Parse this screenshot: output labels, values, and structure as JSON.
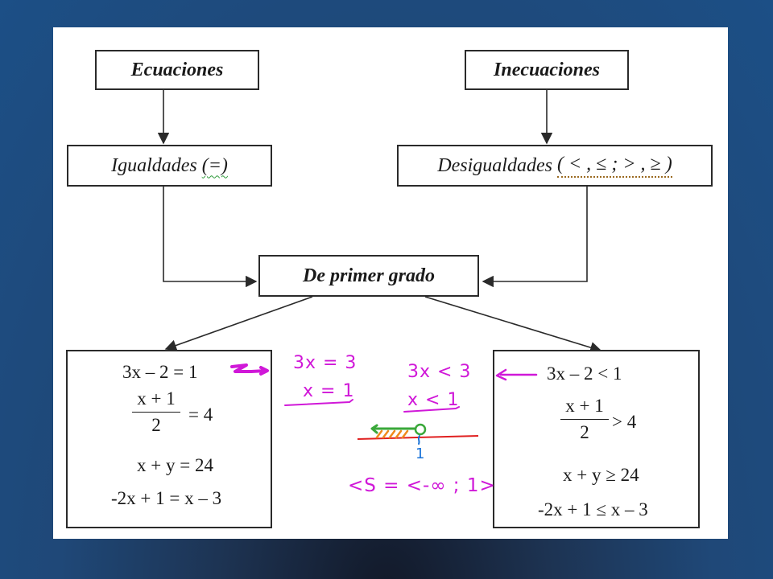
{
  "boxes": {
    "ecuaciones": "Ecuaciones",
    "inecuaciones": "Inecuaciones",
    "igualdades_label": "Igualdades",
    "igualdades_symbol": "(=)",
    "desigualdades_label": "Desigualdades",
    "desigualdades_symbols": "( < , ≤ ; > , ≥ )",
    "primer_grado": "De primer grado"
  },
  "ecuaciones_examples": {
    "eq1": "3x – 2 = 1",
    "eq2_num": "x + 1",
    "eq2_den": "2",
    "eq2_rhs": "= 4",
    "eq3": "x + y = 24",
    "eq4": "-2x + 1 = x – 3"
  },
  "inecuaciones_examples": {
    "ineq1": "3x – 2 < 1",
    "ineq2_num": "x + 1",
    "ineq2_den": "2",
    "ineq2_rhs": "> 4",
    "ineq3": "x + y ≥ 24",
    "ineq4": "-2x + 1 ≤ x – 3"
  },
  "handwriting": {
    "eq_step1": "3x = 3",
    "eq_step2": "x = 1",
    "ineq_step1": "3x < 3",
    "ineq_step2": "x < 1",
    "number_line_point": "1",
    "solution_set": "<S = <-∞ ; 1>"
  },
  "colors": {
    "ink_magenta": "#d018d8",
    "ink_green": "#3aa83a",
    "ink_orange": "#f08a1c",
    "ink_red": "#e02020",
    "ink_blue": "#1a73d8"
  }
}
